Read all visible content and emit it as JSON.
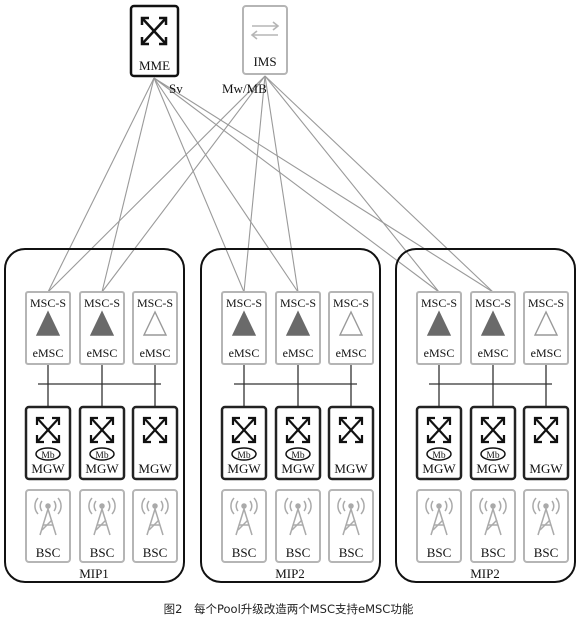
{
  "top_nodes": {
    "mme": {
      "label": "MME",
      "icon": "cross-arrows-icon"
    },
    "ims": {
      "label": "IMS",
      "icon": "exchange-arrows-icon"
    }
  },
  "link_labels": {
    "sv": "Sv",
    "mw_mb": "Mw/MB"
  },
  "pools": [
    {
      "label": "MIP1",
      "msc": [
        {
          "top": "MSC-S",
          "bottom": "eMSC",
          "icon": "filled-triangle-icon"
        },
        {
          "top": "MSC-S",
          "bottom": "eMSC",
          "icon": "filled-triangle-icon"
        },
        {
          "top": "MSC-S",
          "bottom": "eMSC",
          "icon": "outline-triangle-icon"
        }
      ],
      "mgw": [
        {
          "label": "MGW",
          "badge": "Mb"
        },
        {
          "label": "MGW",
          "badge": "Mb"
        },
        {
          "label": "MGW",
          "badge": ""
        }
      ],
      "bsc": [
        "BSC",
        "BSC",
        "BSC"
      ]
    },
    {
      "label": "MIP2",
      "msc": [
        {
          "top": "MSC-S",
          "bottom": "eMSC",
          "icon": "filled-triangle-icon"
        },
        {
          "top": "MSC-S",
          "bottom": "eMSC",
          "icon": "filled-triangle-icon"
        },
        {
          "top": "MSC-S",
          "bottom": "eMSC",
          "icon": "outline-triangle-icon"
        }
      ],
      "mgw": [
        {
          "label": "MGW",
          "badge": "Mb"
        },
        {
          "label": "MGW",
          "badge": "Mb"
        },
        {
          "label": "MGW",
          "badge": ""
        }
      ],
      "bsc": [
        "BSC",
        "BSC",
        "BSC"
      ]
    },
    {
      "label": "MIP2",
      "msc": [
        {
          "top": "MSC-S",
          "bottom": "eMSC",
          "icon": "filled-triangle-icon"
        },
        {
          "top": "MSC-S",
          "bottom": "eMSC",
          "icon": "filled-triangle-icon"
        },
        {
          "top": "MSC-S",
          "bottom": "eMSC",
          "icon": "outline-triangle-icon"
        }
      ],
      "mgw": [
        {
          "label": "MGW",
          "badge": "Mb"
        },
        {
          "label": "MGW",
          "badge": "Mb"
        },
        {
          "label": "MGW",
          "badge": ""
        }
      ],
      "bsc": [
        "BSC",
        "BSC",
        "BSC"
      ]
    }
  ],
  "caption": "图2　每个Pool升级改造两个MSC支持eMSC功能",
  "colors": {
    "link": "#9a9a9a",
    "box": "#222222",
    "light_box": "#b5b5b5",
    "triangle": "#6a6a6a"
  }
}
